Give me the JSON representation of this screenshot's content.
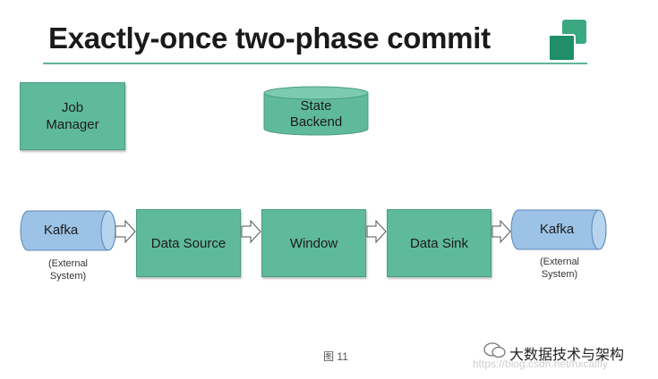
{
  "header": {
    "title": "Exactly-once two-phase commit",
    "logo": "brand-logo-icon"
  },
  "diagram": {
    "job_manager": "Job\nManager",
    "state_backend": "State\nBackend",
    "source_kafka": {
      "label": "Kafka",
      "note": "(External\nSystem)"
    },
    "stages": [
      "Data Source",
      "Window",
      "Data Sink"
    ],
    "sink_kafka": {
      "label": "Kafka",
      "note": "(External\nSystem)"
    },
    "colors": {
      "box_fill": "#5fba9c",
      "kafka_fill": "#9cc3e6",
      "accent": "#5fb59a"
    }
  },
  "caption": "图 11",
  "watermark": {
    "name": "大数据技术与架构",
    "url": "https://blog.csdn.net/hxcaifly"
  }
}
